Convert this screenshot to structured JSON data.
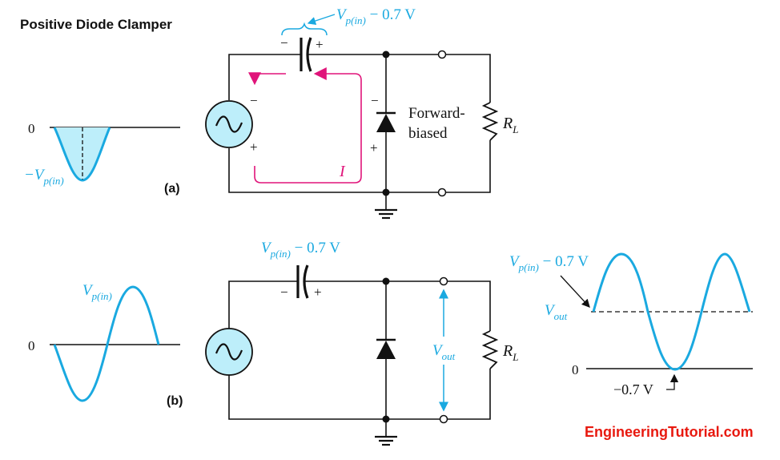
{
  "title": "Positive Diode Clamper",
  "watermark": "EngineeringTutorial.com",
  "colors": {
    "wire": "#111111",
    "signal": "#1aa9e0",
    "current": "#e0147a",
    "fill": "#bdeefa",
    "watermark": "#e8190f"
  },
  "part_a": {
    "label": "(a)",
    "zero": "0",
    "neg_peak": {
      "main": "−V",
      "sub": "p(in)"
    },
    "cap_volt": {
      "main": "V",
      "sub": "p(in)",
      "rest": " − 0.7 V"
    },
    "cap_minus": "−",
    "cap_plus": "+",
    "src_minus": "−",
    "src_plus": "+",
    "diode_minus": "−",
    "diode_plus": "+",
    "diode_note_1": "Forward-",
    "diode_note_2": "biased",
    "load": {
      "main": "R",
      "sub": "L"
    },
    "current": "I"
  },
  "part_b": {
    "label": "(b)",
    "zero": "0",
    "peak": {
      "main": "V",
      "sub": "p(in)"
    },
    "cap_volt": {
      "main": "V",
      "sub": "p(in)",
      "rest": " − 0.7 V"
    },
    "cap_minus": "−",
    "cap_plus": "+",
    "vout": {
      "main": "V",
      "sub": "out"
    },
    "load": {
      "main": "R",
      "sub": "L"
    }
  },
  "output": {
    "zero": "0",
    "dc_level": {
      "main": "V",
      "sub": "p(in)",
      "rest": " − 0.7 V"
    },
    "vout": {
      "main": "V",
      "sub": "out"
    },
    "min_label": "−0.7 V"
  }
}
